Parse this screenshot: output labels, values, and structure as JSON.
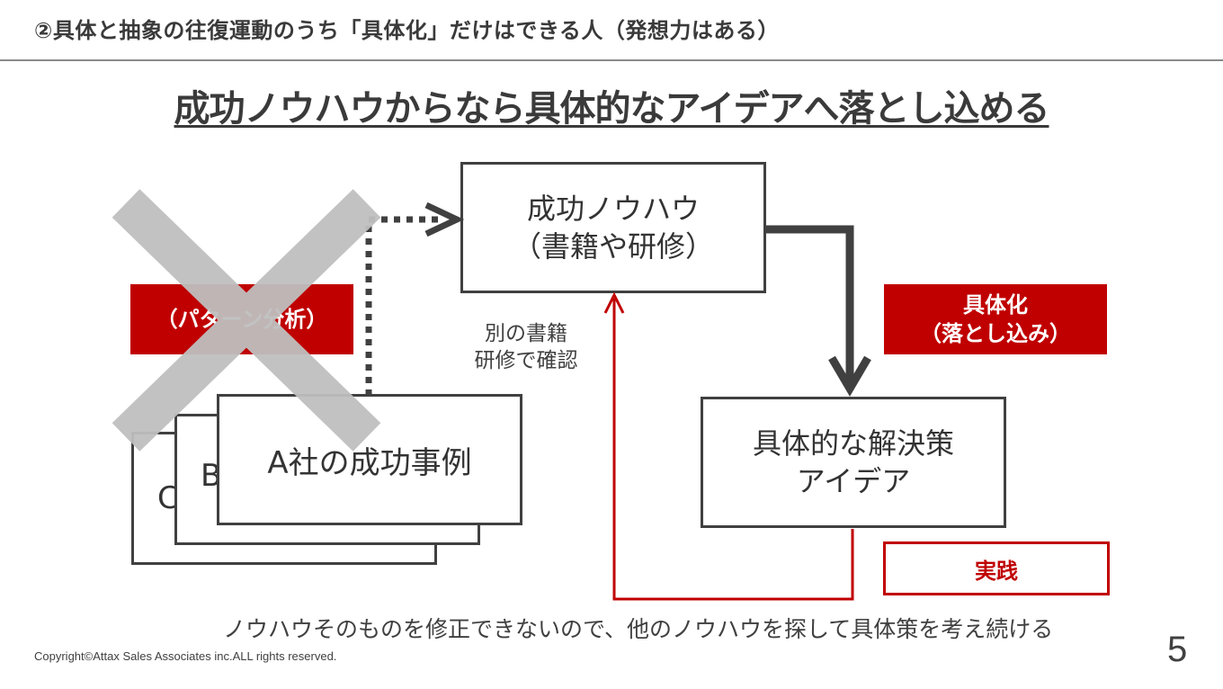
{
  "header": {
    "title": "②具体と抽象の往復運動のうち「具体化」だけはできる人（発想力はある）"
  },
  "main_title": "成功ノウハウからなら具体的なアイデアへ落とし込める",
  "cards": {
    "card_c": "C",
    "card_b": "B",
    "card_a": "A社の成功事例"
  },
  "boxes": {
    "knowhow_line1": "成功ノウハウ",
    "knowhow_line2": "（書籍や研修）",
    "solution_line1": "具体的な解決策",
    "solution_line2": "アイデア"
  },
  "labels": {
    "pattern_analysis": "（パターン分析）",
    "concretize": "具体化\n（落とし込み）",
    "practice": "実践",
    "other_books": "別の書籍\n研修で確認"
  },
  "bottom_note": "ノウハウそのものを修正できないので、他のノウハウを探して具体策を考え続ける",
  "footer": {
    "copyright": "Copyright©Attax Sales Associates inc.ALL rights reserved.",
    "page_number": "5"
  },
  "colors": {
    "accent_red": "#c00000",
    "dark_gray": "#404040",
    "cross_gray": "#bfbfbf"
  },
  "icons": {
    "cross": "cross-out-icon"
  }
}
